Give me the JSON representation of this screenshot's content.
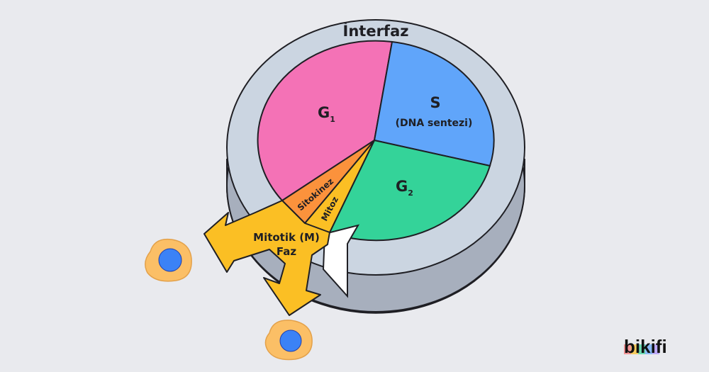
{
  "diagram": {
    "ring_label": "İnterfaz",
    "phases": {
      "g1": {
        "letter": "G",
        "sub": "1"
      },
      "s": {
        "title": "S",
        "detail": "(DNA sentezi)"
      },
      "g2": {
        "letter": "G",
        "sub": "2"
      },
      "sitokinez": "Sitokinez",
      "mitoz": "Mitoz",
      "mitotik_line1": "Mitotik (M)",
      "mitotik_line2": "Faz"
    },
    "colors": {
      "g1": "#f472b6",
      "s": "#60a5fa",
      "g2": "#34d399",
      "sitokinez": "#fb923c",
      "mitoz": "#fbbf24",
      "arrow": "#fbbf24",
      "ring_top": "#cbd5e1",
      "ring_side": "#94a3b8",
      "cell": "#fbbf66",
      "nucleus": "#3b82f6"
    }
  },
  "brand": {
    "logo_text": "bikifi"
  }
}
